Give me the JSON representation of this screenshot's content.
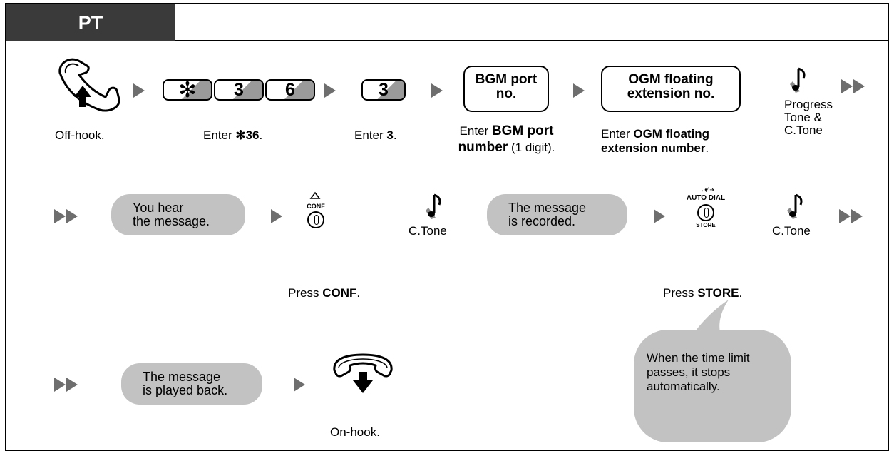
{
  "header": {
    "tab_label": "PT"
  },
  "row1": {
    "offhook_label": "Off-hook.",
    "keys": [
      "✻",
      "3",
      "6"
    ],
    "enter36": {
      "prefix": "Enter ",
      "code": "✻36",
      "suffix": "."
    },
    "key3": "3",
    "enter3": {
      "prefix": "Enter ",
      "code": "3",
      "suffix": "."
    },
    "bgm_box": [
      "BGM port",
      "no."
    ],
    "bgm_caption": {
      "prefix": "Enter ",
      "bold1": "BGM port",
      "bold2": "number",
      "suffix": " (1 digit)."
    },
    "ogm_box": [
      "OGM floating",
      "extension no."
    ],
    "ogm_caption": {
      "prefix": "Enter ",
      "bold1": "OGM floating",
      "bold2": "extension number",
      "suffix": "."
    },
    "tone_lines": [
      "Progress",
      "Tone &",
      "C.Tone"
    ]
  },
  "row2": {
    "hear_bubble": [
      "You hear",
      "the message."
    ],
    "conf_button_label": "CONF",
    "tone1": "C.Tone",
    "recorded_bubble": [
      "The message",
      "is recorded."
    ],
    "autodial_label": "AUTO DIAL",
    "store_label": "STORE",
    "tone2": "C.Tone",
    "press_conf": {
      "prefix": "Press ",
      "bold": "CONF",
      "suffix": "."
    },
    "press_store": {
      "prefix": "Press ",
      "bold": "STORE",
      "suffix": "."
    }
  },
  "row3": {
    "played_bubble": [
      "The message",
      "is played back."
    ],
    "onhook_label": "On-hook.",
    "callout_lines": [
      "When the time limit",
      "passes, it stops",
      "automatically."
    ]
  },
  "colors": {
    "tab_bg": "#3a3a3a",
    "bubble_bg": "#c2c2c2",
    "arrow": "#6e6e6e",
    "key_shade": "#9a9a9a"
  },
  "icons": [
    "offhook-handset-icon",
    "onhook-handset-icon",
    "tone-note-icon",
    "conf-button-icon",
    "store-button-icon"
  ]
}
